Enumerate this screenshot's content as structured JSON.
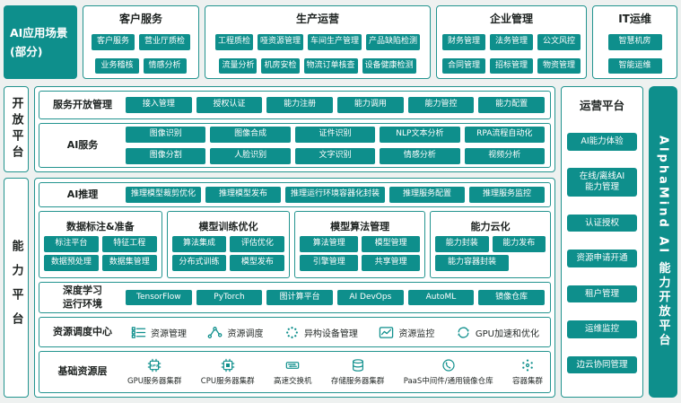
{
  "colors": {
    "teal": "#0E8F8C",
    "panel_border": "#23948F",
    "page_bg": "#EEF1F0",
    "text_dark": "#1D2220"
  },
  "scenarios": {
    "side_label_line1": "AI应用场景",
    "side_label_line2": "(部分)",
    "groups": [
      {
        "title": "客户服务",
        "rows": [
          [
            "客户服务",
            "营业厅质检"
          ],
          [
            "业务稽核",
            "情感分析"
          ]
        ]
      },
      {
        "title": "生产运营",
        "rows": [
          [
            "工程质检",
            "哑资源管理",
            "车间生产管理",
            "产品缺陷检测"
          ],
          [
            "流量分析",
            "机房安检",
            "物流订单核查",
            "设备健康检测"
          ]
        ]
      },
      {
        "title": "企业管理",
        "rows": [
          [
            "财务管理",
            "法务管理",
            "公文风控"
          ],
          [
            "合同管理",
            "招标管理",
            "物资管理"
          ]
        ]
      },
      {
        "title": "IT运维",
        "rows": [
          [
            "智慧机房"
          ],
          [
            "智能运维"
          ]
        ]
      }
    ]
  },
  "open_platform": {
    "side_label": "开放平台",
    "sections": [
      {
        "title": "服务开放管理",
        "rows": [
          [
            "接入管理",
            "授权认证",
            "能力注册",
            "能力调用",
            "能力管控",
            "能力配置"
          ]
        ]
      },
      {
        "title": "AI服务",
        "rows": [
          [
            "图像识别",
            "图像合成",
            "证件识别",
            "NLP文本分析",
            "RPA流程自动化"
          ],
          [
            "图像分割",
            "人脸识别",
            "文字识别",
            "情感分析",
            "视频分析"
          ]
        ]
      }
    ]
  },
  "capability_platform": {
    "side_label": "能力平台",
    "ai_inference": {
      "title": "AI推理",
      "buttons": [
        "推理模型裁剪优化",
        "推理模型发布",
        "推理运行环境容器化封装",
        "推理服务配置",
        "推理服务监控"
      ]
    },
    "sub_boxes": [
      {
        "title": "数据标注&准备",
        "rows": [
          [
            "标注平台",
            "特征工程"
          ],
          [
            "数据预处理",
            "数据集管理"
          ]
        ]
      },
      {
        "title": "模型训练优化",
        "rows": [
          [
            "算法集成",
            "评估优化"
          ],
          [
            "分布式训练",
            "模型发布"
          ]
        ]
      },
      {
        "title": "模型算法管理",
        "rows": [
          [
            "算法管理",
            "模型管理"
          ],
          [
            "引擎管理",
            "共享管理"
          ]
        ]
      },
      {
        "title": "能力云化",
        "rows": [
          [
            "能力封装",
            "能力发布"
          ],
          [
            "能力容器封装"
          ]
        ]
      }
    ],
    "dl_runtime": {
      "title": "深度学习\n运行环境",
      "buttons": [
        "TensorFlow",
        "PyTorch",
        "图计算平台",
        "AI DevOps",
        "AutoML",
        "镜像仓库"
      ]
    },
    "resource_center": {
      "title": "资源调度中心",
      "items": [
        {
          "label": "资源管理",
          "icon": "list-icon"
        },
        {
          "label": "资源调度",
          "icon": "network-icon"
        },
        {
          "label": "异构设备管理",
          "icon": "dots-circle-icon"
        },
        {
          "label": "资源监控",
          "icon": "monitor-chart-icon"
        },
        {
          "label": "GPU加速和优化",
          "icon": "refresh-arrows-icon"
        }
      ]
    },
    "base_layer": {
      "title": "基础资源层",
      "items": [
        {
          "label": "GPU服务器集群",
          "icon": "gpu-chip-icon"
        },
        {
          "label": "CPU服务器集群",
          "icon": "cpu-chip-icon"
        },
        {
          "label": "高速交换机",
          "icon": "switch-icon"
        },
        {
          "label": "存储服务器集群",
          "icon": "storage-icon"
        },
        {
          "label": "PaaS中间件/通用镜像仓库",
          "icon": "paas-icon"
        },
        {
          "label": "容器集群",
          "icon": "container-cluster-icon"
        }
      ]
    }
  },
  "operations_platform": {
    "title": "运营平台",
    "buttons": [
      "AI能力体验",
      "在线/离线AI\n能力管理",
      "认证授权",
      "资源申请开通",
      "租户管理",
      "运维监控",
      "边云协同管理"
    ]
  },
  "right_banner": {
    "label": "AlphaMind AI 能力开放平台"
  }
}
